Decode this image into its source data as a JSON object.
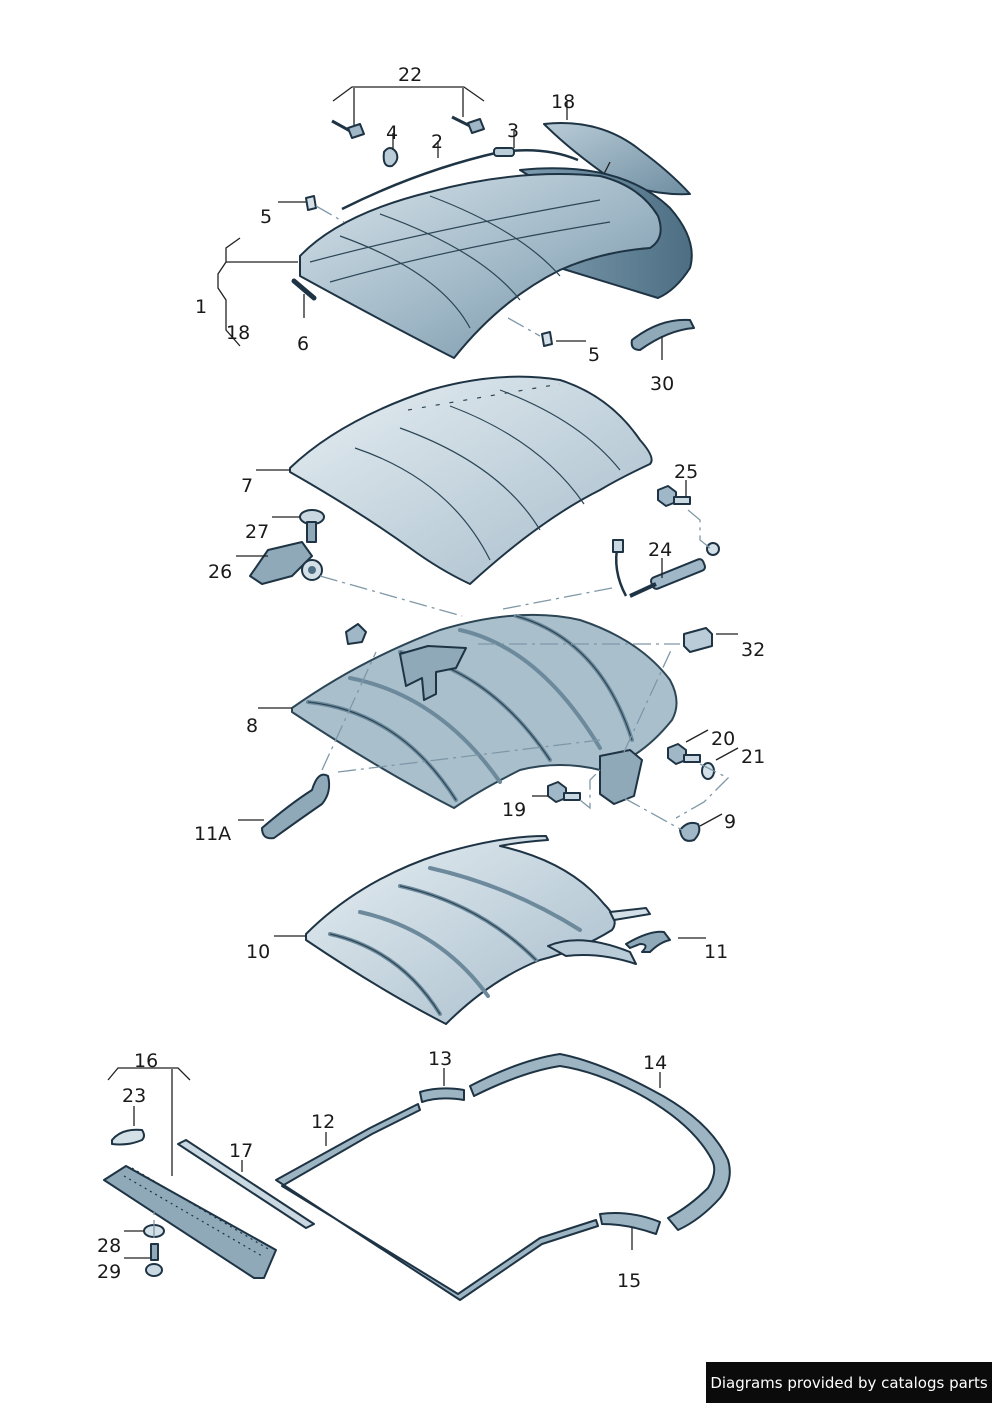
{
  "credit": "Diagrams provided by catalogs parts",
  "callouts": {
    "c22": "22",
    "c18a": "18",
    "c4": "4",
    "c2": "2",
    "c3": "3",
    "c5a": "5",
    "c1": "1",
    "c18b": "18",
    "c6": "6",
    "c5b": "5",
    "c30": "30",
    "c7": "7",
    "c25": "25",
    "c27": "27",
    "c24": "24",
    "c26": "26",
    "c32": "32",
    "c8": "8",
    "c20": "20",
    "c21": "21",
    "c19": "19",
    "c9": "9",
    "c11a": "11A",
    "c10": "10",
    "c11": "11",
    "c16": "16",
    "c13": "13",
    "c14": "14",
    "c23": "23",
    "c12": "12",
    "c17": "17",
    "c28": "28",
    "c29": "29",
    "c15": "15"
  },
  "colors": {
    "outline": "#1e3444",
    "fill_light": "#c9d8e1",
    "fill_mid": "#8fa9b9",
    "fill_dark": "#5f7f93",
    "credit_bg": "#0b0b0b"
  }
}
